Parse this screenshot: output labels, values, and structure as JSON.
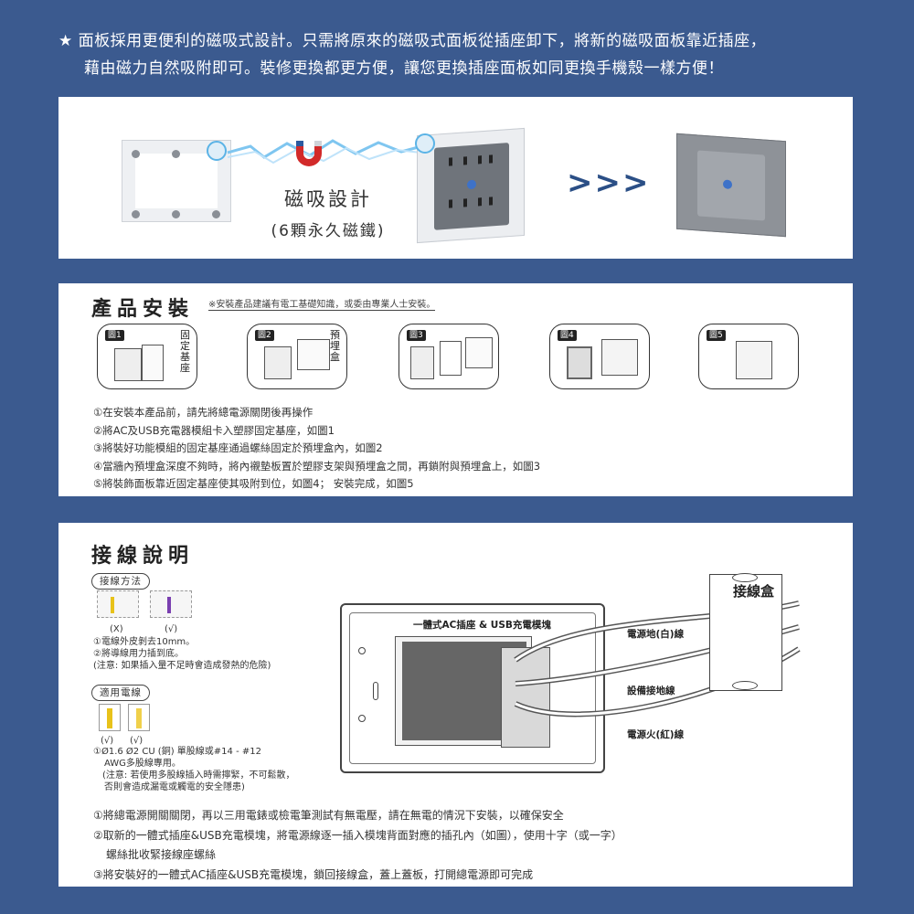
{
  "intro": {
    "line1": "★ 面板採用更便利的磁吸式設計。只需將原來的磁吸式面板從插座卸下，將新的磁吸面板靠近插座，",
    "line2": "藉由磁力自然吸附即可。裝修更換都更方便，讓您更換插座面板如同更換手機殼一樣方便！"
  },
  "magnet": {
    "title": "磁吸設計",
    "subtitle": "(6顆永久磁鐵)",
    "arrows": ">>>"
  },
  "install": {
    "title": "產品安裝",
    "note": "※安裝產品建議有電工基礎知識，或委由專業人士安裝。",
    "figures": [
      {
        "tag": "圖1",
        "label": "固定基座"
      },
      {
        "tag": "圖2",
        "label": "預埋盒"
      },
      {
        "tag": "圖3",
        "label": ""
      },
      {
        "tag": "圖4",
        "label": ""
      },
      {
        "tag": "圖5",
        "label": ""
      }
    ],
    "steps": [
      "①在安裝本產品前，請先將總電源關閉後再操作",
      "②將AC及USB充電器模組卡入塑膠固定基座，如圖1",
      "③將裝好功能模組的固定基座通過螺絲固定於預埋盒內，如圖2",
      "④當牆內預埋盒深度不夠時，將內襯墊板置於塑膠支架與預埋盒之間，再鎖附與預埋盒上，如圖3",
      "⑤將裝飾面板靠近固定基座使其吸附到位，如圖4； 安裝完成，如圖5"
    ]
  },
  "wiring": {
    "title": "接線說明",
    "method": {
      "label": "接線方法",
      "marks": [
        "(X)",
        "(√)"
      ],
      "notes": [
        "①電線外皮剝去10mm。",
        "②將導線用力插到底。",
        "(注意: 如果插入量不足時會造成發熱的危險)"
      ]
    },
    "wire": {
      "label": "適用電線",
      "marks": [
        "(√)",
        "(√)"
      ],
      "notes": [
        "①Ø1.6  Ø2 CU (銅) 單股線或#14 - #12",
        "AWG多股線專用。",
        "(注意: 若使用多股線插入時需擰緊，不可鬆散，",
        "否則會造成漏電或觸電的安全隱患)"
      ]
    },
    "diagram": {
      "module_label": "一體式AC插座 & USB充電模塊",
      "box_label": "接線盒",
      "wire_white": "電源地(白)線",
      "wire_ground": "設備接地線",
      "wire_red": "電源火(紅)線"
    },
    "steps": [
      "①將總電源開關關閉，再以三用電錶或檢電筆測試有無電壓，請在無電的情況下安裝，以確保安全",
      "②取新的一體式插座&USB充電模塊，將電源線逐一插入模塊背面對應的插孔內（如圖），使用十字（或一字）",
      "螺絲批收緊接線座螺絲",
      "③將安裝好的一體式AC插座&USB充電模塊，鎖回接線盒，蓋上蓋板，打開總電源即可完成"
    ]
  },
  "colors": {
    "background": "#3b5a8f",
    "accent": "#2b4f86",
    "panel": "#ffffff"
  }
}
